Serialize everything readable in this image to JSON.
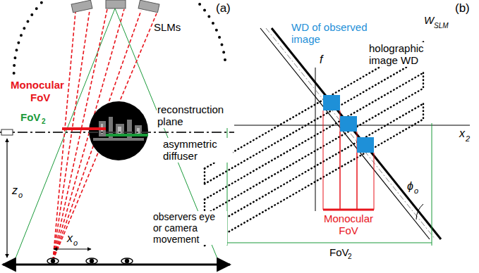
{
  "diagram": {
    "labels": [
      "(a)",
      "SLMs",
      "Monocular",
      "FoV",
      "FoV",
      "2",
      "reconstruction plane",
      "asymmetric diffuser",
      "z",
      "o",
      "x",
      "o",
      "observers eye or camera movement",
      "(b)",
      "f",
      "W",
      "SLM",
      "WD of observed image",
      "holographic image WD",
      "x",
      "2",
      "ϕ",
      "o",
      "Monocular FoV",
      "FoV",
      "2"
    ]
  }
}
